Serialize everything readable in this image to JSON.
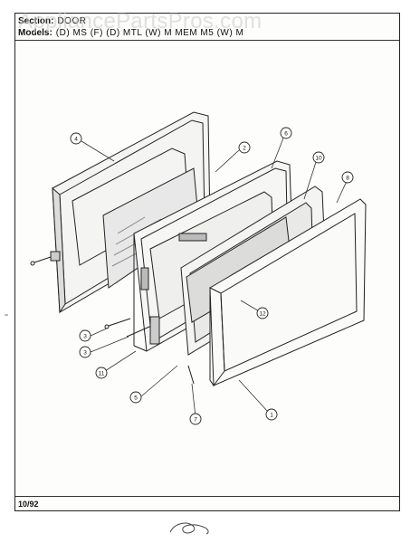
{
  "header": {
    "section_label": "Section:",
    "section_value": "DOOR",
    "models_label": "Models:",
    "models_value": "(D) MS  (F)  (D) MTL  (W) M  MEM  M5  (W)  M"
  },
  "watermark": "AppliancePartsPros.com",
  "footer": {
    "date": "10/92"
  },
  "callouts": [
    "4",
    "2",
    "6",
    "10",
    "8",
    "3",
    "3",
    "11",
    "5",
    "7",
    "1",
    "12"
  ]
}
